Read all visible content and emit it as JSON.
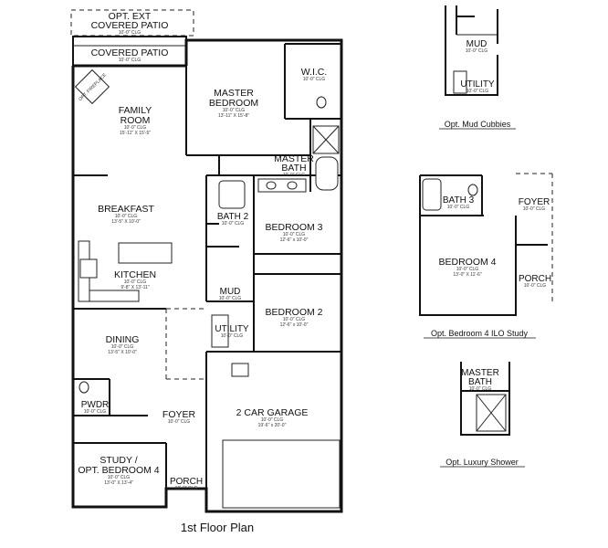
{
  "plan": {
    "title": "1st Floor Plan",
    "rooms": [
      {
        "name": "OPT. EXT",
        "name2": "COVERED PATIO",
        "ceiling": "10'-0\" CLG",
        "size": ""
      },
      {
        "name": "COVERED PATIO",
        "ceiling": "10'-0\" CLG",
        "size": ""
      },
      {
        "name": "FAMILY",
        "name2": "ROOM",
        "ceiling": "10'-0\" CLG",
        "size": "15'-11\" X 15'-5\""
      },
      {
        "name": "MASTER",
        "name2": "BEDROOM",
        "ceiling": "10'-0\" CLG",
        "size": "13'-11\" X 15'-8\""
      },
      {
        "name": "W.I.C.",
        "ceiling": "10'-0\" CLG",
        "size": ""
      },
      {
        "name": "MASTER",
        "name2": "BATH",
        "ceiling": "10'-0\" CLG",
        "size": ""
      },
      {
        "name": "BREAKFAST",
        "ceiling": "10'-0\" CLG",
        "size": "13'-5\" X 10'-0\""
      },
      {
        "name": "BATH 2",
        "ceiling": "10'-0\" CLG",
        "size": ""
      },
      {
        "name": "BEDROOM 3",
        "ceiling": "10'-0\" CLG",
        "size": "12'-6\" x 10'-0\""
      },
      {
        "name": "KITCHEN",
        "ceiling": "10'-0\" CLG",
        "size": "9'-8\" X 13'-11\""
      },
      {
        "name": "MUD",
        "ceiling": "10'-0\" CLG",
        "size": ""
      },
      {
        "name": "BEDROOM 2",
        "ceiling": "10'-0\" CLG",
        "size": "12'-6\" x 10'-0\""
      },
      {
        "name": "UTILITY",
        "ceiling": "10'-0\" CLG",
        "size": ""
      },
      {
        "name": "DINING",
        "ceiling": "10'-0\" CLG",
        "size": "13'-5\" X 10'-0\""
      },
      {
        "name": "PWDR",
        "ceiling": "10'-0\" CLG",
        "size": ""
      },
      {
        "name": "FOYER",
        "ceiling": "10'-0\" CLG",
        "size": ""
      },
      {
        "name": "2 CAR GARAGE",
        "ceiling": "10'-0\" CLG",
        "size": "19'-6\" x 20'-0\""
      },
      {
        "name": "STUDY /",
        "name2": "OPT. BEDROOM 4",
        "ceiling": "10'-0\" CLG",
        "size": "13'-0\" X 13'-4\""
      },
      {
        "name": "PORCH",
        "ceiling": "10'-0\" CLG",
        "size": ""
      }
    ],
    "fireplace_label": "OPT. FIREPLACE"
  },
  "options": [
    {
      "caption": "Opt. Mud Cubbies",
      "rooms": [
        {
          "name": "MUD",
          "ceiling": "10'-0\" CLG"
        },
        {
          "name": "UTILITY",
          "ceiling": "10'-0\" CLG"
        }
      ]
    },
    {
      "caption": "Opt. Bedroom 4 ILO Study",
      "rooms": [
        {
          "name": "BATH 3",
          "ceiling": "10'-0\" CLG",
          "size": ""
        },
        {
          "name": "FOYER",
          "ceiling": "10'-0\" CLG",
          "size": ""
        },
        {
          "name": "BEDROOM 4",
          "ceiling": "10'-0\" CLG",
          "size": "13'-0\" X 11'-6\""
        },
        {
          "name": "PORCH",
          "ceiling": "10'-0\" CLG",
          "size": ""
        }
      ]
    },
    {
      "caption": "Opt. Luxury Shower",
      "rooms": [
        {
          "name": "MASTER",
          "name2": "BATH",
          "ceiling": "10'-0\" CLG"
        }
      ]
    }
  ]
}
